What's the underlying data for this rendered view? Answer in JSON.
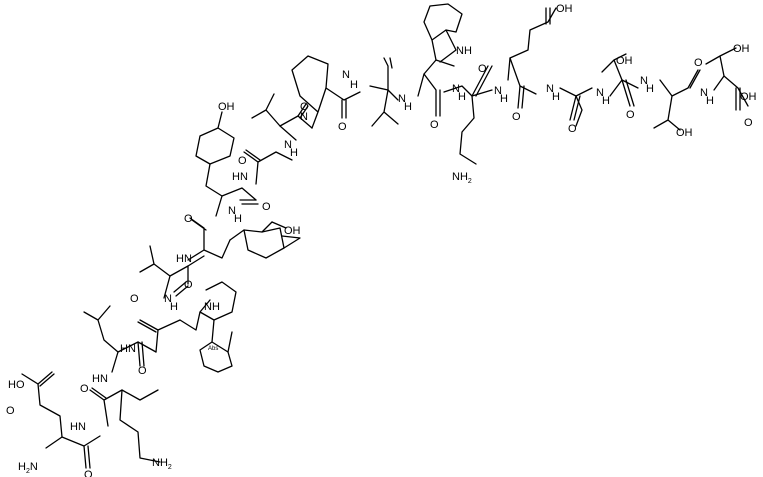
{
  "atom_labels": {
    "oh": "OH",
    "nh": "NH",
    "hn": "HN",
    "n": "N",
    "h": "H",
    "o": "O",
    "oh_lower": "OH",
    "ho": "HO",
    "nh2": "NH",
    "nh2_sub": "2",
    "h2n": "H",
    "h2n_sub": "2",
    "h2n_n": "N",
    "abs": "Abs"
  }
}
